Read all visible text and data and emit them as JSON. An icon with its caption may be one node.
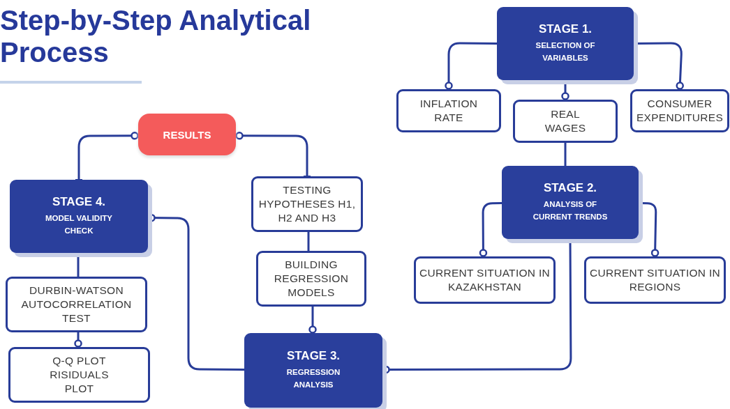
{
  "diagram": {
    "title": "Step-by-Step Analytical Process",
    "nodes": [
      {
        "text": [
          "STAGE 1.",
          "SELECTION OF VARIABLES"
        ]
      },
      {
        "text": [
          "INFLATION RATE"
        ]
      },
      {
        "text": [
          "REAL WAGES"
        ]
      },
      {
        "text": [
          "CONSUMER EXPENDITURES"
        ]
      },
      {
        "text": [
          "STAGE 2.",
          "ANALYSIS OF CURRENT TRENDS"
        ]
      },
      {
        "text": [
          "CURRENT SITUATION IN KAZAKHSTAN"
        ]
      },
      {
        "text": [
          "CURRENT SITUATION IN REGIONS"
        ]
      },
      {
        "text": [
          "STAGE 3.",
          "REGRESSION ANALYSIS"
        ]
      },
      {
        "text": [
          "BUILDING REGRESSION MODELS"
        ]
      },
      {
        "text": [
          "TESTING HYPOTHESES H1, H2 AND H3"
        ]
      },
      {
        "text": [
          "RESULTS"
        ]
      },
      {
        "text": [
          "STAGE 4.",
          "MODEL VALIDITY CHECK"
        ]
      },
      {
        "text": [
          "DURBIN-WATSON AUTOCORRELATION TEST"
        ]
      },
      {
        "text": [
          "Q-Q PLOT RISIDUALS PLOT"
        ]
      }
    ],
    "edges": [
      {
        "from": 0,
        "to": 1,
        "arrow": "other"
      },
      {
        "from": 0,
        "to": 2,
        "arrow": "other"
      },
      {
        "from": 0,
        "to": 3,
        "arrow": "other"
      },
      {
        "from": 2,
        "to": 4,
        "arrow": "none"
      },
      {
        "from": 4,
        "to": 5,
        "arrow": "other"
      },
      {
        "from": 4,
        "to": 6,
        "arrow": "other"
      },
      {
        "from": 4,
        "to": 7,
        "arrow": "other"
      },
      {
        "from": 8,
        "to": 7,
        "arrow": "other"
      },
      {
        "from": 9,
        "to": 8,
        "arrow": "none"
      },
      {
        "from": 9,
        "to": 10,
        "arrow": "other"
      },
      {
        "from": 11,
        "to": 10,
        "arrow": "other"
      },
      {
        "from": 7,
        "to": 11,
        "arrow": "other"
      },
      {
        "from": 11,
        "to": 12,
        "arrow": "none"
      },
      {
        "from": 12,
        "to": 13,
        "arrow": "other"
      }
    ]
  }
}
